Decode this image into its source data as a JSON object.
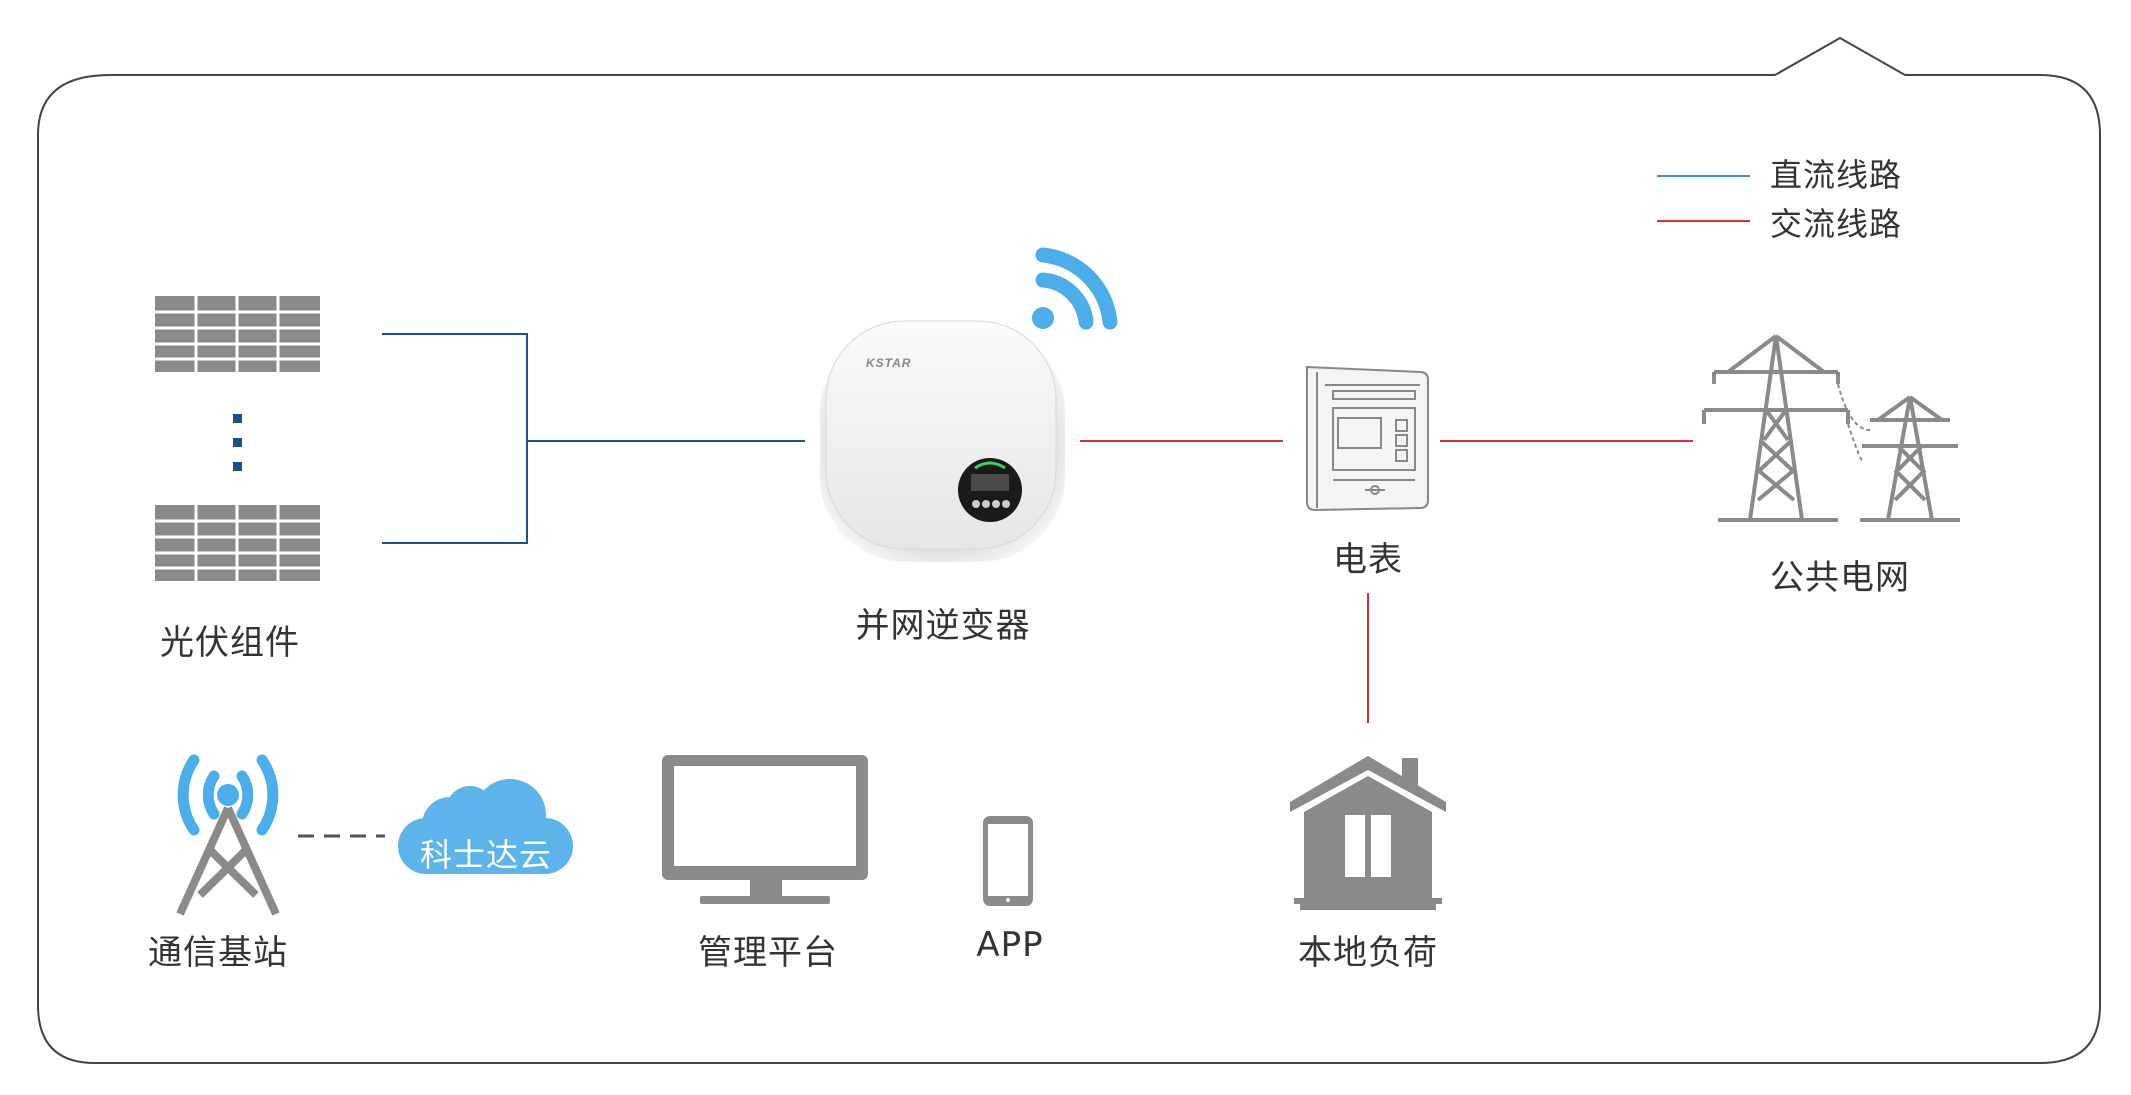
{
  "legend": {
    "dc": {
      "label": "直流线路",
      "color": "#3a8fd8"
    },
    "ac": {
      "label": "交流线路",
      "color": "#d9302b"
    }
  },
  "nodes": {
    "pv": {
      "label": "光伏组件"
    },
    "inverter": {
      "label": "并网逆变器",
      "brand": "KSTAR"
    },
    "meter": {
      "label": "电表"
    },
    "grid": {
      "label": "公共电网"
    },
    "base_station": {
      "label": "通信基站"
    },
    "cloud": {
      "label": "科士达云"
    },
    "platform": {
      "label": "管理平台"
    },
    "app": {
      "label": "APP"
    },
    "load": {
      "label": "本地负荷"
    }
  },
  "colors": {
    "dc_wire": "#1f4e8c",
    "ac_wire": "#d9302b",
    "frame": "#444444",
    "icon_gray": "#8a8a8a",
    "icon_blue": "#4baee8"
  }
}
